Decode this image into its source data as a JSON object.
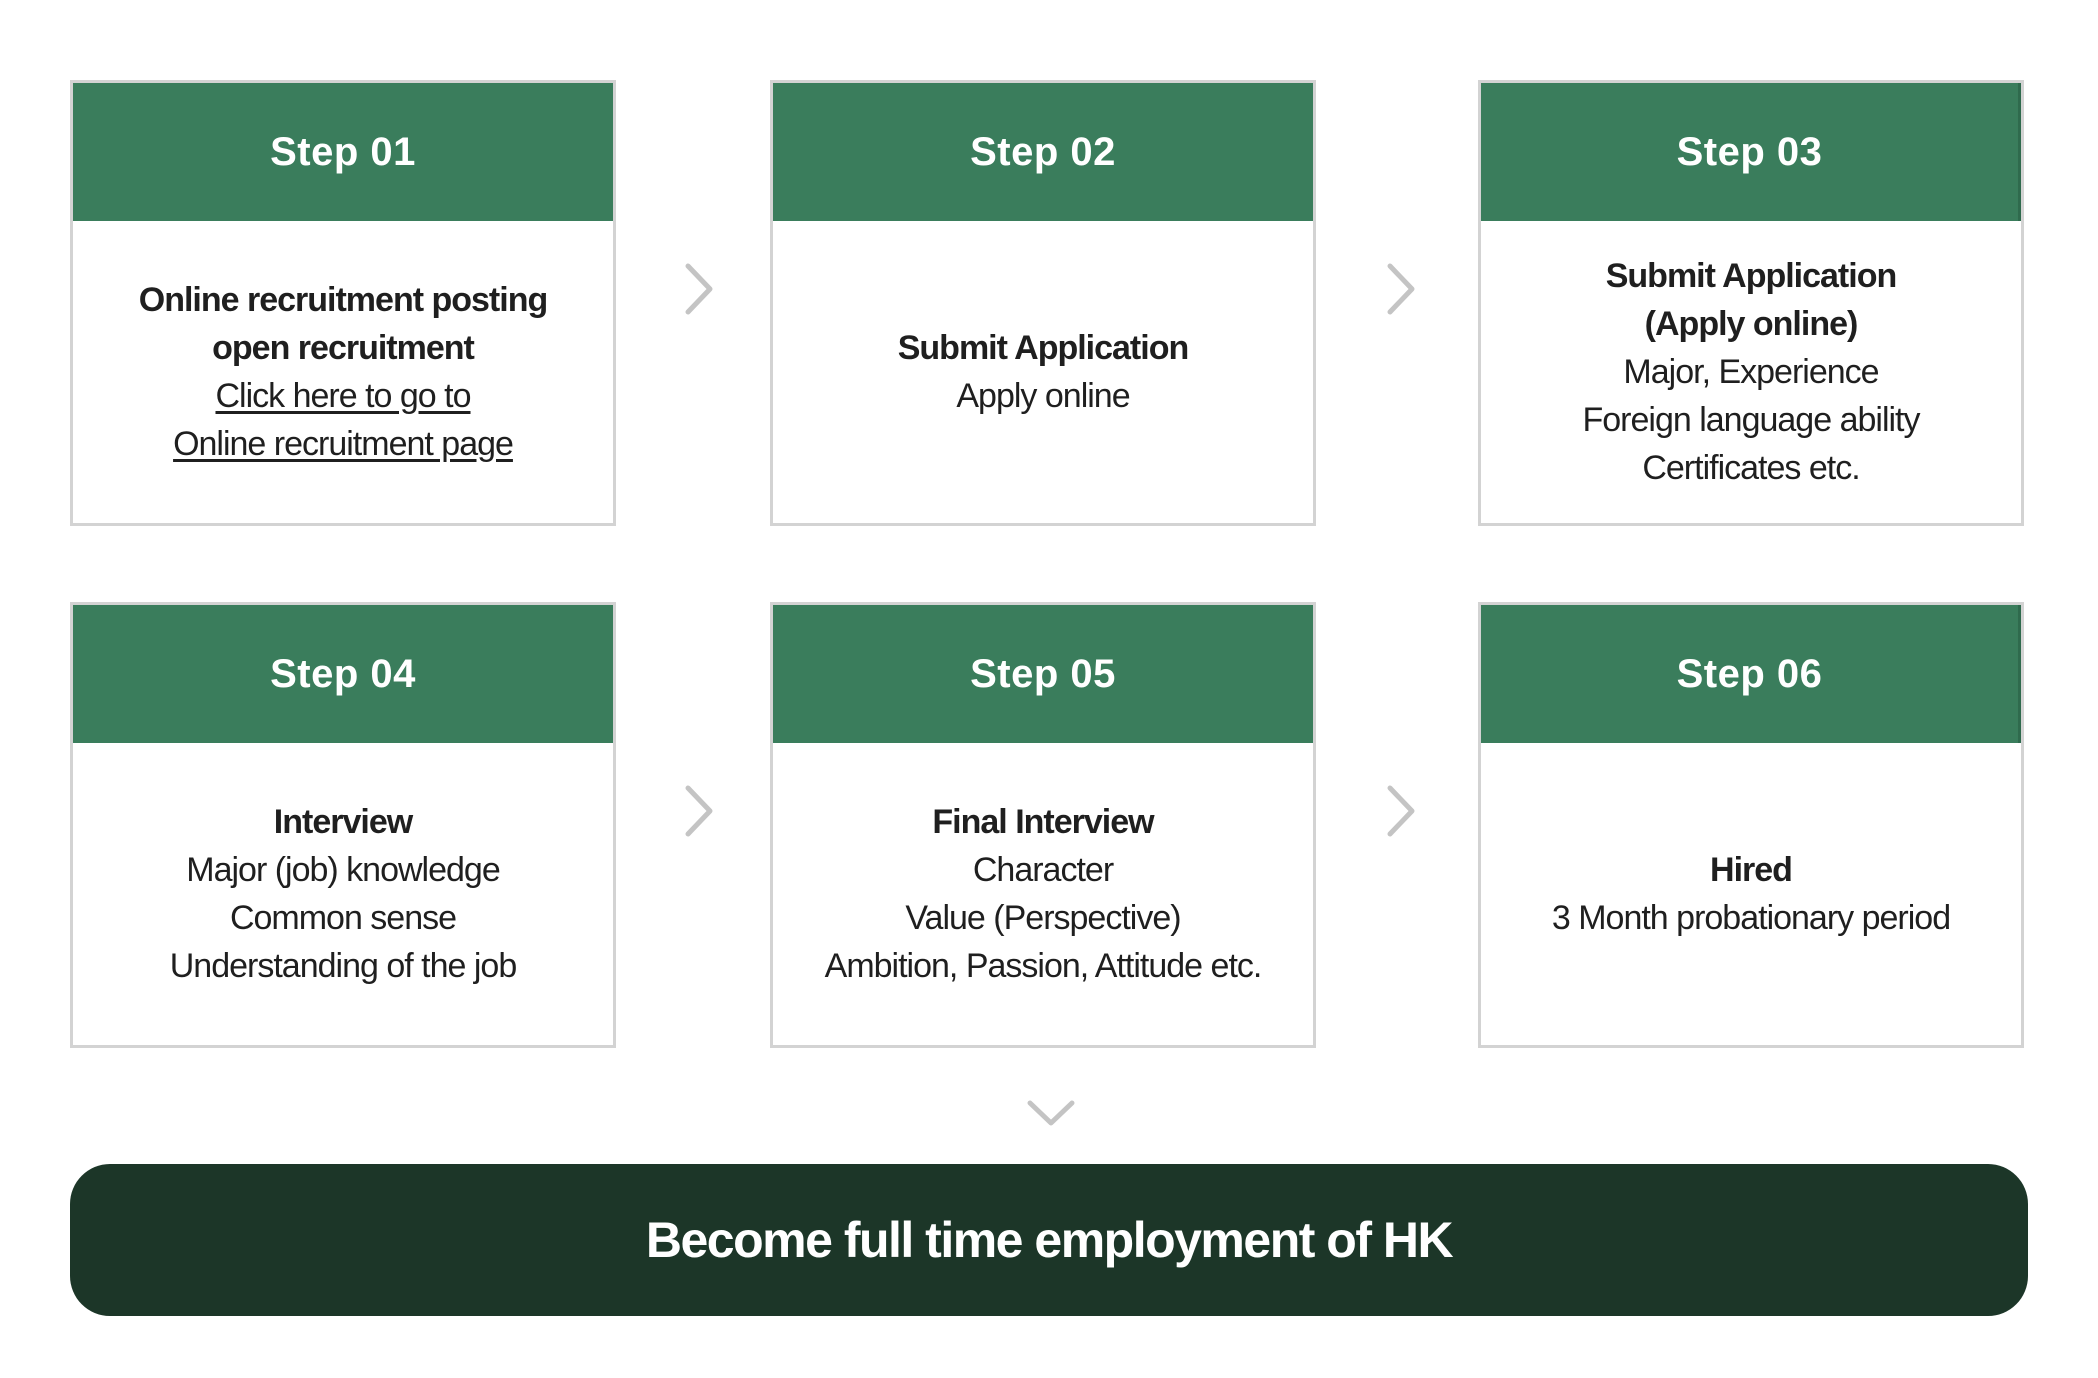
{
  "steps": [
    {
      "title": "Step 01",
      "bold_lines": [
        "Online recruitment posting",
        "open recruitment"
      ],
      "link_lines": [
        "Click here to go to",
        "Online recruitment page"
      ]
    },
    {
      "title": "Step 02",
      "bold_lines": [
        "Submit Application"
      ],
      "lines": [
        "Apply online"
      ]
    },
    {
      "title": "Step 03",
      "bold_lines": [
        "Submit Application",
        "(Apply online)"
      ],
      "lines": [
        "Major, Experience",
        "Foreign language ability",
        "Certificates etc."
      ]
    },
    {
      "title": "Step 04",
      "bold_lines": [
        "Interview"
      ],
      "lines": [
        "Major (job) knowledge",
        "Common sense",
        "Understanding of the job"
      ]
    },
    {
      "title": "Step 05",
      "bold_lines": [
        "Final Interview"
      ],
      "lines": [
        "Character",
        "Value (Perspective)",
        "Ambition, Passion, Attitude etc."
      ]
    },
    {
      "title": "Step 06",
      "bold_lines": [
        "Hired"
      ],
      "lines": [
        "3 Month probationary period"
      ]
    }
  ],
  "banner": {
    "label": "Become full time employment of HK"
  },
  "colors": {
    "step_header": "#3a7d5c",
    "banner_bg": "#1c3628",
    "card_border": "#d3d3d3",
    "arrow": "#c4c4c4"
  },
  "icons": {
    "step_arrow": "chevron-right-icon",
    "final_arrow": "chevron-down-icon"
  }
}
